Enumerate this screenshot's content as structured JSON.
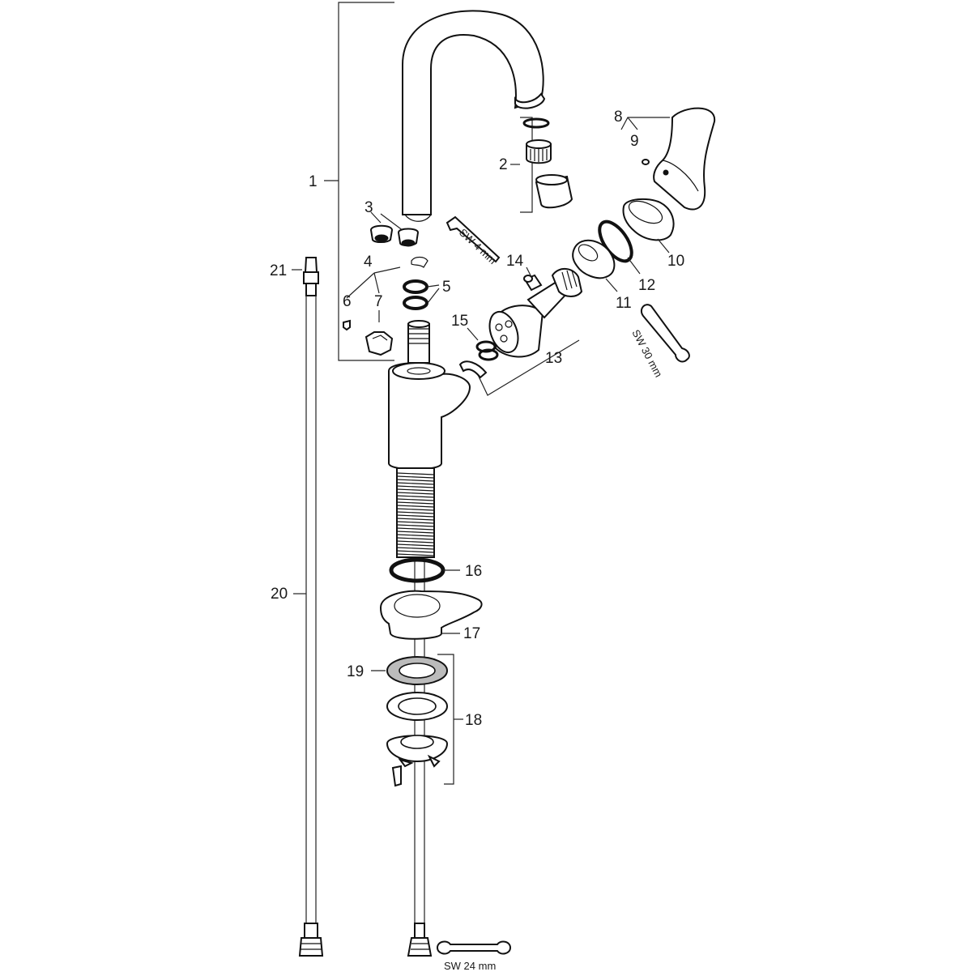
{
  "labels": {
    "p1": "1",
    "p2": "2",
    "p3": "3",
    "p4": "4",
    "p5": "5",
    "p6": "6",
    "p7": "7",
    "p8": "8",
    "p9": "9",
    "p10": "10",
    "p11": "11",
    "p12": "12",
    "p13": "13",
    "p14": "14",
    "p15": "15",
    "p16": "16",
    "p17": "17",
    "p18": "18",
    "p19": "19",
    "p20": "20",
    "p21": "21"
  },
  "tools": {
    "hex_key": "SW 4 mm",
    "wrench_30": "SW 30 mm",
    "wrench_24": "SW 24 mm"
  }
}
